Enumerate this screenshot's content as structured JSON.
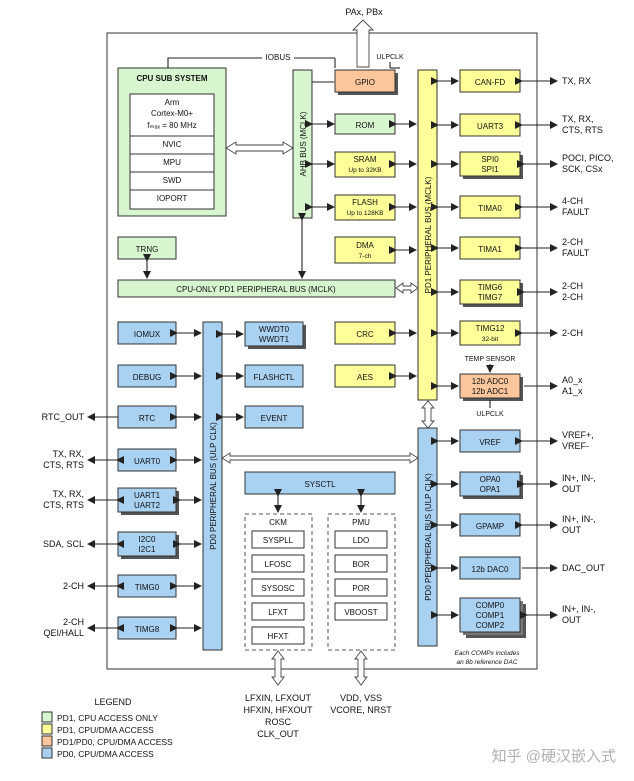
{
  "pins": {
    "top": "PAx, PBx",
    "ulpclk_top": "ULPCLK",
    "iobus": "IOBUS",
    "ulpclk_mid": "ULPCLK",
    "temp_sensor": "TEMP SENSOR",
    "right": [
      "TX, RX",
      "TX, RX,",
      "CTS, RTS",
      "POCI, PICO,",
      "SCK, CSx",
      "4-CH",
      "FAULT",
      "2-CH",
      "FAULT",
      "2-CH",
      "2-CH",
      "2-CH",
      "A0_x",
      "A1_x",
      "VREF+,",
      "VREF-",
      "IN+, IN-,",
      "OUT",
      "IN+, IN-,",
      "OUT",
      "DAC_OUT",
      "IN+, IN-,",
      "OUT"
    ],
    "left": [
      "RTC_OUT",
      "TX, RX,",
      "CTS, RTS",
      "TX, RX,",
      "CTS, RTS",
      "SDA, SCL",
      "2-CH",
      "2-CH",
      "QEI/HALL"
    ],
    "bottom_ckm": [
      "LFXIN, LFXOUT",
      "HFXIN, HFXOUT",
      "ROSC",
      "CLK_OUT"
    ],
    "bottom_pmu": [
      "VDD, VSS",
      "VCORE, NRST"
    ]
  },
  "cpu": {
    "title": "CPU SUB SYSTEM",
    "core": [
      "Arm",
      "Cortex-M0+",
      "fₘₐₓ = 80 MHz"
    ],
    "items": [
      "NVIC",
      "MPU",
      "SWD",
      "IOPORT"
    ]
  },
  "buses": {
    "ahb": "AHB BUS (MCLK)",
    "pd1": "PD1 PERIPHERAL BUS (MCLK)",
    "cpu_only": "CPU-ONLY PD1 PERIPHERAL BUS (MCLK)",
    "pd0_left": "PD0 PERIPHERAL BUS (ULP CLK)",
    "pd0_right": "PD0 PERIPHERAL BUS (ULP CLK)"
  },
  "blocks": {
    "gpio": "GPIO",
    "rom": "ROM",
    "sram": [
      "SRAM",
      "Up to 32KB"
    ],
    "flash": [
      "FLASH",
      "Up to 128KB"
    ],
    "dma": [
      "DMA",
      "7-ch"
    ],
    "crc": "CRC",
    "aes": "AES",
    "trng": "TRNG",
    "canfd": "CAN-FD",
    "uart3": "UART3",
    "spi": [
      "SPI0",
      "SPI1"
    ],
    "tima0": "TIMA0",
    "tima1": "TIMA1",
    "timg67": [
      "TIMG6",
      "TIMG7"
    ],
    "timg12": [
      "TIMG12",
      "32-bit"
    ],
    "adc": [
      "12b ADC0",
      "12b ADC1"
    ],
    "vref": "VREF",
    "opa": [
      "OPA0",
      "OPA1"
    ],
    "gpamp": "GPAMP",
    "dac": "12b DAC0",
    "comp": [
      "COMP0",
      "COMP1",
      "COMP2"
    ],
    "comp_note": [
      "Each COMPx includes",
      "an 8b reference DAC"
    ],
    "iomux": "IOMUX",
    "debug": "DEBUG",
    "rtc": "RTC",
    "uart0": "UART0",
    "uart12": [
      "UART1",
      "UART2"
    ],
    "i2c": [
      "I2C0",
      "I2C1"
    ],
    "timg0": "TIMG0",
    "timg8": "TIMG8",
    "wwdt": [
      "WWDT0",
      "WWDT1"
    ],
    "flashctl": "FLASHCTL",
    "event": "EVENT",
    "sysctl": "SYSCTL",
    "ckm": {
      "title": "CKM",
      "items": [
        "SYSPLL",
        "LFOSC",
        "SYSOSC",
        "LFXT",
        "HFXT"
      ]
    },
    "pmu": {
      "title": "PMU",
      "items": [
        "LDO",
        "BOR",
        "POR",
        "VBOOST"
      ]
    }
  },
  "legend": {
    "title": "LEGEND",
    "items": [
      "PD1, CPU ACCESS ONLY",
      "PD1, CPU/DMA ACCESS",
      "PD1/PD0, CPU/DMA ACCESS",
      "PD0, CPU/DMA ACCESS"
    ],
    "colors": [
      "#d7f5cf",
      "#ffff99",
      "#fbc69c",
      "#a9d1f2"
    ]
  },
  "watermark": "知乎 @硬汉嵌入式"
}
